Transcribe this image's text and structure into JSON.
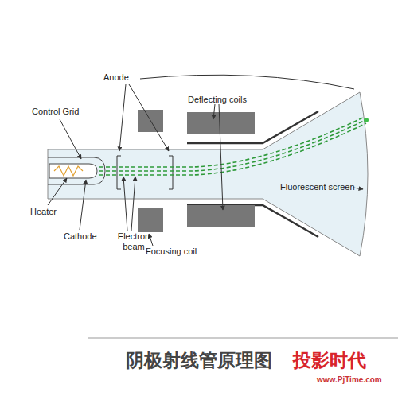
{
  "diagram": {
    "caption": "阴极射线管原理图",
    "labels": [
      "Anode",
      "Deflecting coils",
      "Control Grid",
      "Heater",
      "Cathode",
      "Electron beam",
      "Focusing coil",
      "Fluorescent screen",
      "投影时代",
      "www.PjTime.com"
    ]
  }
}
